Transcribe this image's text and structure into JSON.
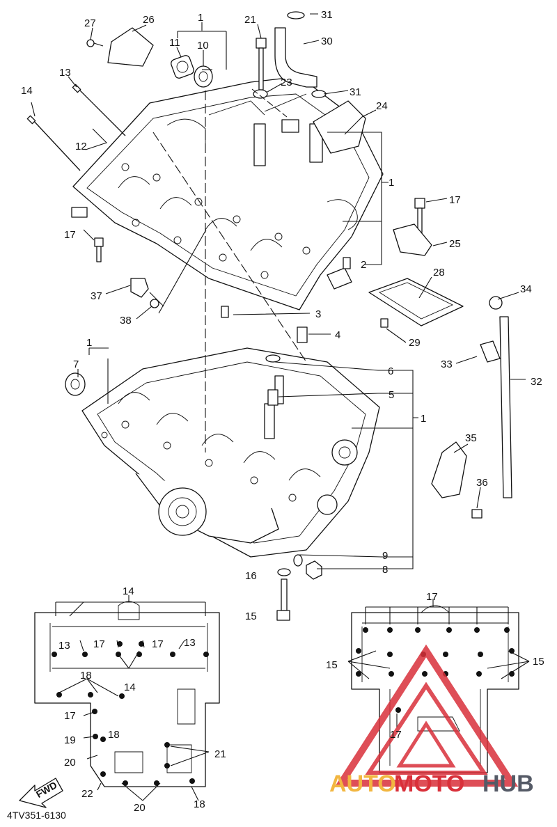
{
  "diagram": {
    "code": "4TV351-6130",
    "fwd_label": "FWD",
    "callouts": {
      "c1a": "1",
      "c1b": "1",
      "c1c": "1",
      "c1d": "1",
      "c2": "2",
      "c3": "3",
      "c4": "4",
      "c5": "5",
      "c6": "6",
      "c7": "7",
      "c8": "8",
      "c9": "9",
      "c10": "10",
      "c11": "11",
      "c12": "12",
      "c13": "13",
      "c14": "14",
      "c15": "15",
      "c16": "16",
      "c17a": "17",
      "c17b": "17",
      "c21": "21",
      "c23": "23",
      "c24": "24",
      "c25": "25",
      "c26": "26",
      "c27": "27",
      "c28": "28",
      "c29": "29",
      "c30": "30",
      "c31a": "31",
      "c31b": "31",
      "c32": "32",
      "c33": "33",
      "c34": "34",
      "c35": "35",
      "c36": "36",
      "c37": "37",
      "c38": "38"
    },
    "inset_left": {
      "l14a": "14",
      "l13a": "13",
      "l17a": "17",
      "l17b": "17",
      "l13b": "13",
      "l18a": "18",
      "l14b": "14",
      "l17c": "17",
      "l18b": "18",
      "l19": "19",
      "l20a": "20",
      "l21": "21",
      "l22": "22",
      "l20b": "20",
      "l18c": "18"
    },
    "inset_right": {
      "r17a": "17",
      "r15a": "15",
      "r15b": "15",
      "r17b": "17"
    },
    "watermark": {
      "part1": "AUTO",
      "part2": "MOTO",
      "part3": "HUB",
      "colors": {
        "yellow": "#f2b640",
        "red": "#d9303a",
        "gray": "#555a66"
      }
    }
  }
}
